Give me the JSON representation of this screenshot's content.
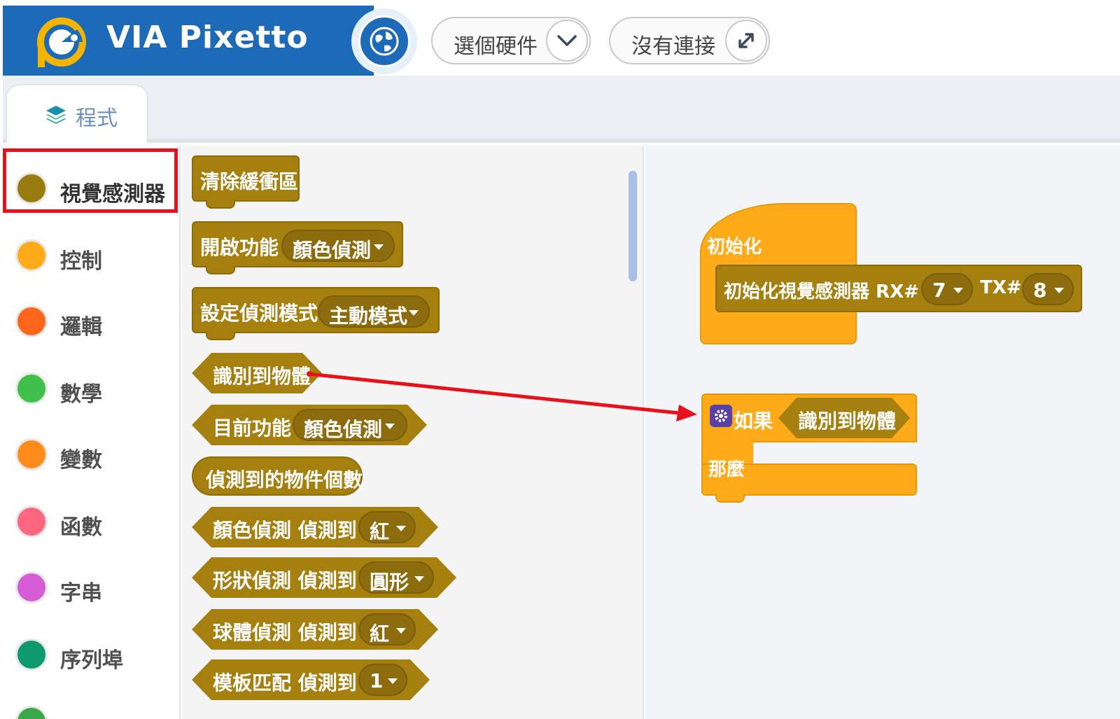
{
  "header": {
    "brand": "VIA Pixetto",
    "hardware_select": "選個硬件",
    "connection_status": "沒有連接"
  },
  "tabs": [
    {
      "label": "程式",
      "icon": "layers-icon"
    }
  ],
  "categories": [
    {
      "label": "視覺感測器",
      "color": "#9a7b10",
      "selected": true
    },
    {
      "label": "控制",
      "color": "#ffab19"
    },
    {
      "label": "邏輯",
      "color": "#ff661a"
    },
    {
      "label": "數學",
      "color": "#40bf4a"
    },
    {
      "label": "變數",
      "color": "#ff8c1a"
    },
    {
      "label": "函數",
      "color": "#ff6680"
    },
    {
      "label": "字串",
      "color": "#d65cd6"
    },
    {
      "label": "序列埠",
      "color": "#0e9a6c"
    }
  ],
  "flyout_blocks": {
    "clear_buffer": "清除緩衝區",
    "enable_function": {
      "label": "開啟功能",
      "option": "顏色偵測"
    },
    "set_mode": {
      "label": "設定偵測模式",
      "option": "主動模式"
    },
    "object_detected": "識別到物體",
    "current_function": {
      "label": "目前功能",
      "option": "顏色偵測"
    },
    "object_count": "偵測到的物件個數",
    "color_detect": {
      "label": "顏色偵測 偵測到",
      "option": "紅"
    },
    "shape_detect": {
      "label": "形狀偵測 偵測到",
      "option": "圓形"
    },
    "ball_detect": {
      "label": "球體偵測 偵測到",
      "option": "紅"
    },
    "template_match": {
      "label": "模板匹配 偵測到",
      "option": "1"
    }
  },
  "workspace": {
    "init_hat": "初始化",
    "init_sensor": {
      "label": "初始化視覺感測器 RX#",
      "rx": "7",
      "tx_label": "TX#",
      "tx": "8"
    },
    "if_label": "如果",
    "if_condition": "識別到物體",
    "then_label": "那麼"
  },
  "colors": {
    "brand_blue": "#1d6bb8",
    "vision_block": "#a5800f",
    "control_block": "#ffab19",
    "annotation_red": "#e8111b"
  }
}
